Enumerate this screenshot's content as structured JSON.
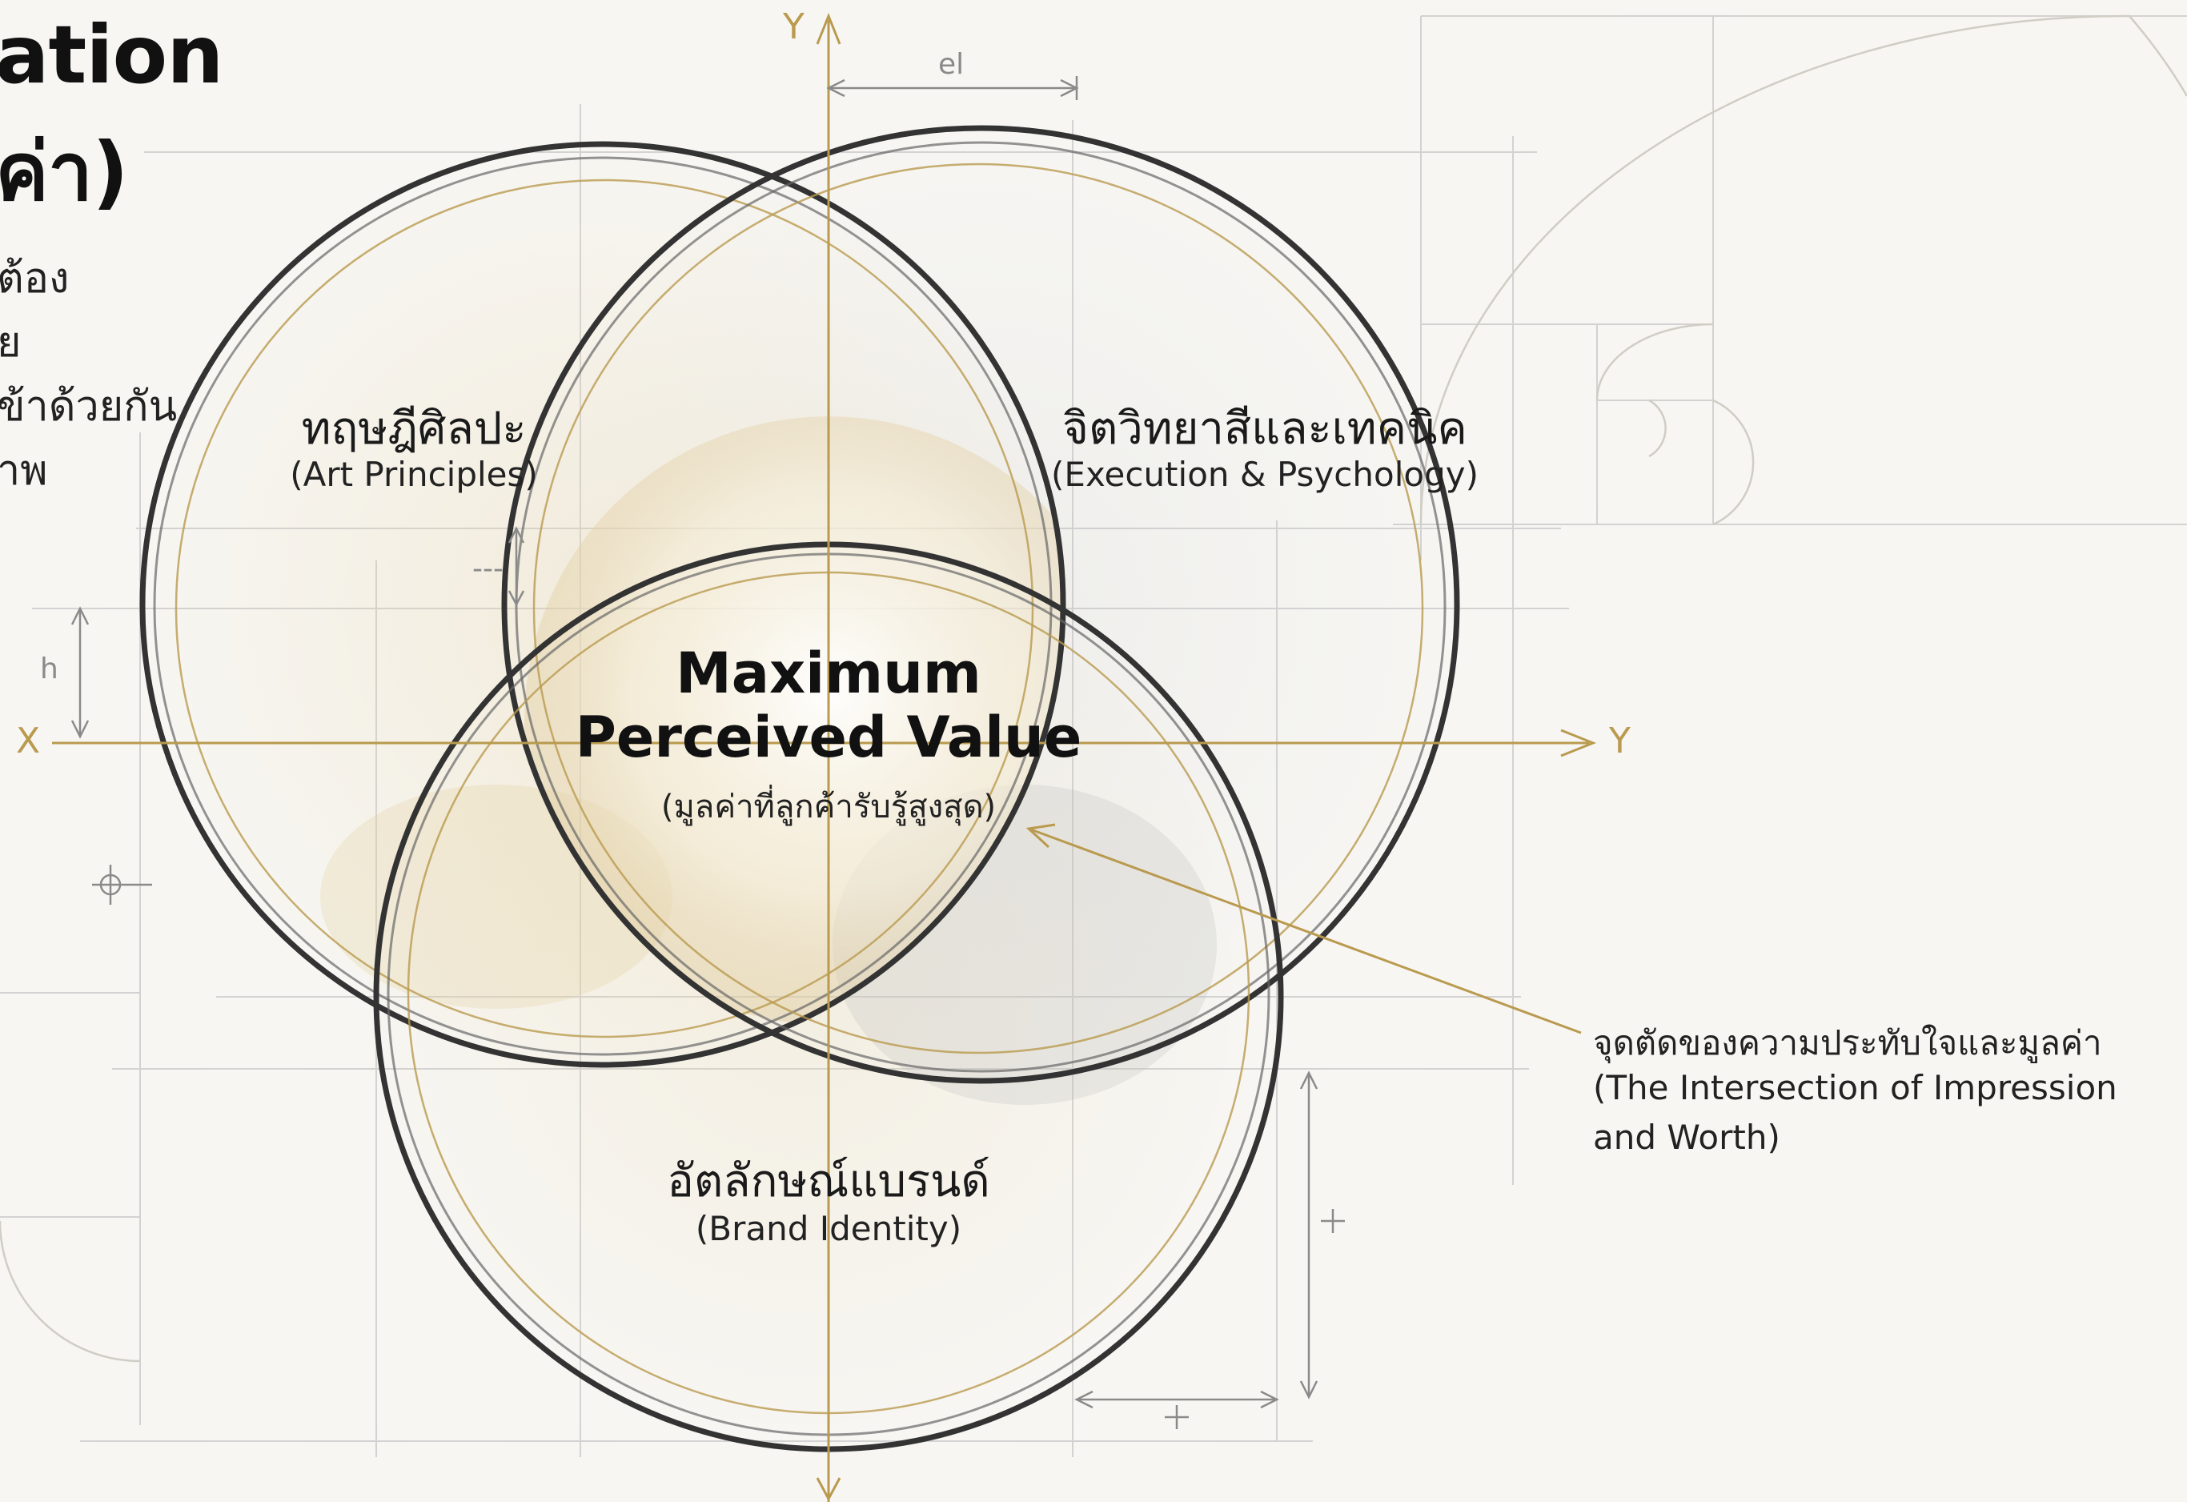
{
  "heading": {
    "line1": "ation",
    "line2": "ค่า)"
  },
  "intro": {
    "lines": [
      "ต้อง",
      "ย",
      "ข้าด้วยกัน",
      "าพ"
    ]
  },
  "circles": {
    "art": {
      "label_th": "ทฤษฎีศิลปะ",
      "label_en": "(Art Principles)"
    },
    "execution": {
      "label_th": "จิตวิทยาสีและเทคนิค",
      "label_en": "(Execution & Psychology)"
    },
    "brand": {
      "label_th": "อัตลักษณ์แบรนด์",
      "label_en": "(Brand Identity)"
    }
  },
  "center": {
    "line1": "Maximum",
    "line2": "Perceived Value",
    "sub": "(มูลค่าที่ลูกค้ารับรู้สูงสุด)"
  },
  "callout": {
    "line1": "จุดตัดของความประทับใจและมูลค่า",
    "line2": "(The Intersection of Impression",
    "line3": "and Worth)"
  },
  "axes": {
    "x_label": "X",
    "y_right_label": "Y",
    "y_top_label": "Y"
  },
  "dimensions": {
    "top": "el",
    "left": "h",
    "mid": "---"
  },
  "colors": {
    "accent_gold": "#b99a4e",
    "stroke_dark": "#3a3a3a",
    "construction": "#c9c9c9",
    "background": "#f7f6f3"
  }
}
